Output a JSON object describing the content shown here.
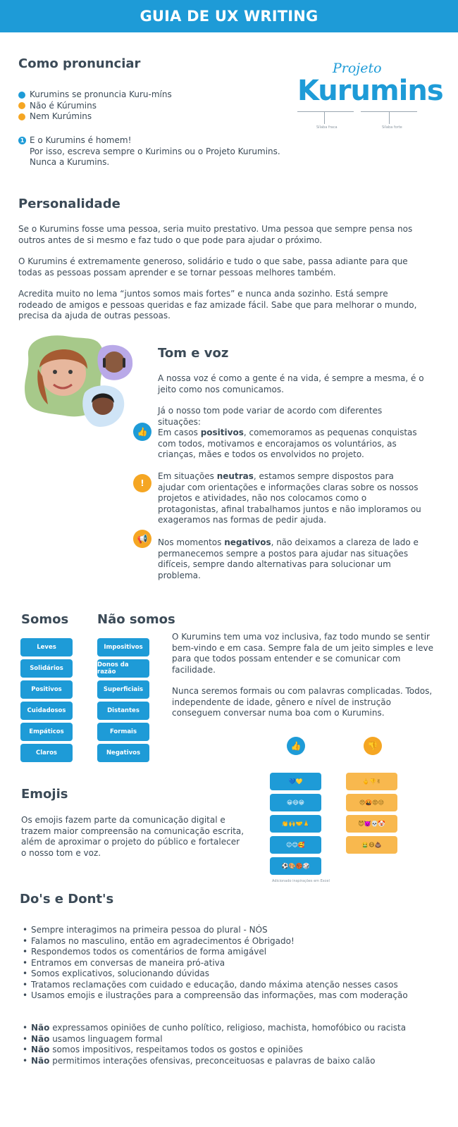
{
  "header": {
    "title": "GUIA DE UX WRITING"
  },
  "pronunciation": {
    "title": "Como pronunciar",
    "items": [
      "Kurumins se pronuncia Kuru-míns",
      "Não é Kúrumins",
      "Nem Kurúmins"
    ],
    "note_lines": [
      "E o Kurumins é homem!",
      "Por isso, escreva sempre o Kurimins ou o Projeto Kurumins.",
      "Nunca a Kurumins."
    ],
    "logo": {
      "small": "Projeto",
      "big": "Kurumins",
      "caption_left": "Sílaba fraca",
      "caption_right": "Sílaba forte"
    }
  },
  "personality": {
    "title": "Personalidade",
    "paragraphs": [
      "Se o Kurumins fosse uma pessoa, seria muito prestativo. Uma pessoa que sempre pensa nos outros antes de si mesmo e faz tudo o que pode para ajudar o próximo.",
      "O Kurumins é extremamente generoso, solidário e tudo o que sabe, passa adiante para que todas as pessoas possam aprender e se tornar pessoas melhores também.",
      "Acredita muito no lema “juntos somos mais fortes” e nunca anda sozinho. Está sempre rodeado de amigos e pessoas queridas e faz amizade fácil. Sabe que para melhorar o mundo, precisa da ajuda de outras pessoas."
    ]
  },
  "tone": {
    "title": "Tom e voz",
    "intro": [
      "A nossa voz é como a gente é na vida, é sempre a mesma, é o jeito como nos comunicamos.",
      "Já o nosso tom pode variar de acordo com diferentes situações:"
    ],
    "cases": [
      {
        "before": "Em casos ",
        "keyword": "positivos",
        "after": ", comemoramos as pequenas conquistas com todos, motivamos e encorajamos os voluntários, as crianças, mães e todos os envolvidos no projeto."
      },
      {
        "before": "Em situações ",
        "keyword": "neutras",
        "after": ", estamos sempre dispostos para ajudar com orientações e informações claras sobre os nossos projetos e atividades, não nos colocamos como o protagonistas, afinal trabalhamos juntos e não imploramos ou exageramos nas formas de pedir ajuda."
      },
      {
        "before": "Nos momentos ",
        "keyword": "negativos",
        "after": ", não deixamos a clareza de lado e permanecemos sempre a postos para ajudar nas situações difíceis, sempre dando alternativas para solucionar um problema."
      }
    ],
    "badge_icons": [
      "thumbs-up-icon",
      "exclamation-icon",
      "megaphone-icon"
    ]
  },
  "somos": {
    "title": "Somos",
    "items": [
      "Leves",
      "Solidários",
      "Positivos",
      "Cuidadosos",
      "Empáticos",
      "Claros"
    ]
  },
  "nao_somos": {
    "title": "Não somos",
    "items": [
      "Impositivos",
      "Donos da razão",
      "Superficiais",
      "Distantes",
      "Formais",
      "Negativos"
    ]
  },
  "voice_text": [
    "O Kurumins tem uma voz inclusiva, faz todo mundo se sentir bem-vindo e em casa. Sempre fala de um jeito simples e leve para que todos possam entender e se comunicar com facilidade.",
    "Nunca seremos formais ou com palavras complicadas. Todos, independente de idade, gênero e nível de instrução conseguem conversar numa boa com o Kurumins."
  ],
  "emojis": {
    "title": "Emojis",
    "text": "Os emojis fazem parte da comunicação digital e trazem maior compreensão na comunicação escrita, além de aproximar o projeto do público e fortalecer o nosso tom e voz.",
    "good": [
      "💙💛",
      "😀😄😁",
      "👏🙌🤝🙏",
      "😉😊🥰",
      "⚽🎨🏀🎲"
    ],
    "bad": [
      "🖕👎✌",
      "😠🤬😡😒",
      "😈👿💀🤡",
      "🤮😷💩"
    ],
    "caption": "Adicionado inspirações em Excel"
  },
  "dos": {
    "title": "Do's e Dont's",
    "items": [
      "Sempre interagimos na primeira pessoa do plural - NÓS",
      "Falamos no masculino, então em agradecimentos é Obrigado!",
      "Respondemos todos os comentários de forma amigável",
      "Entramos em conversas de maneira pró-ativa",
      "Somos explicativos, solucionando dúvidas",
      "Tratamos reclamações com cuidado e educação, dando máxima atenção nesses casos",
      "Usamos emojis e ilustrações para a compreensão das informações, mas com moderação"
    ],
    "donts": [
      {
        "bold": "Não",
        "rest": " expressamos opiniões de cunho político, religioso, machista, homofóbico ou racista"
      },
      {
        "bold": "Não",
        "rest": " usamos linguagem formal"
      },
      {
        "bold": "Não",
        "rest": " somos impositivos, respeitamos todos os gostos e opiniões"
      },
      {
        "bold": "Não",
        "rest": " permitimos interações ofensivas, preconceituosas e palavras de baixo calão"
      }
    ]
  },
  "colors": {
    "brand_blue": "#1e9bd7",
    "accent_orange": "#f5a623",
    "text": "#3b4a57"
  }
}
